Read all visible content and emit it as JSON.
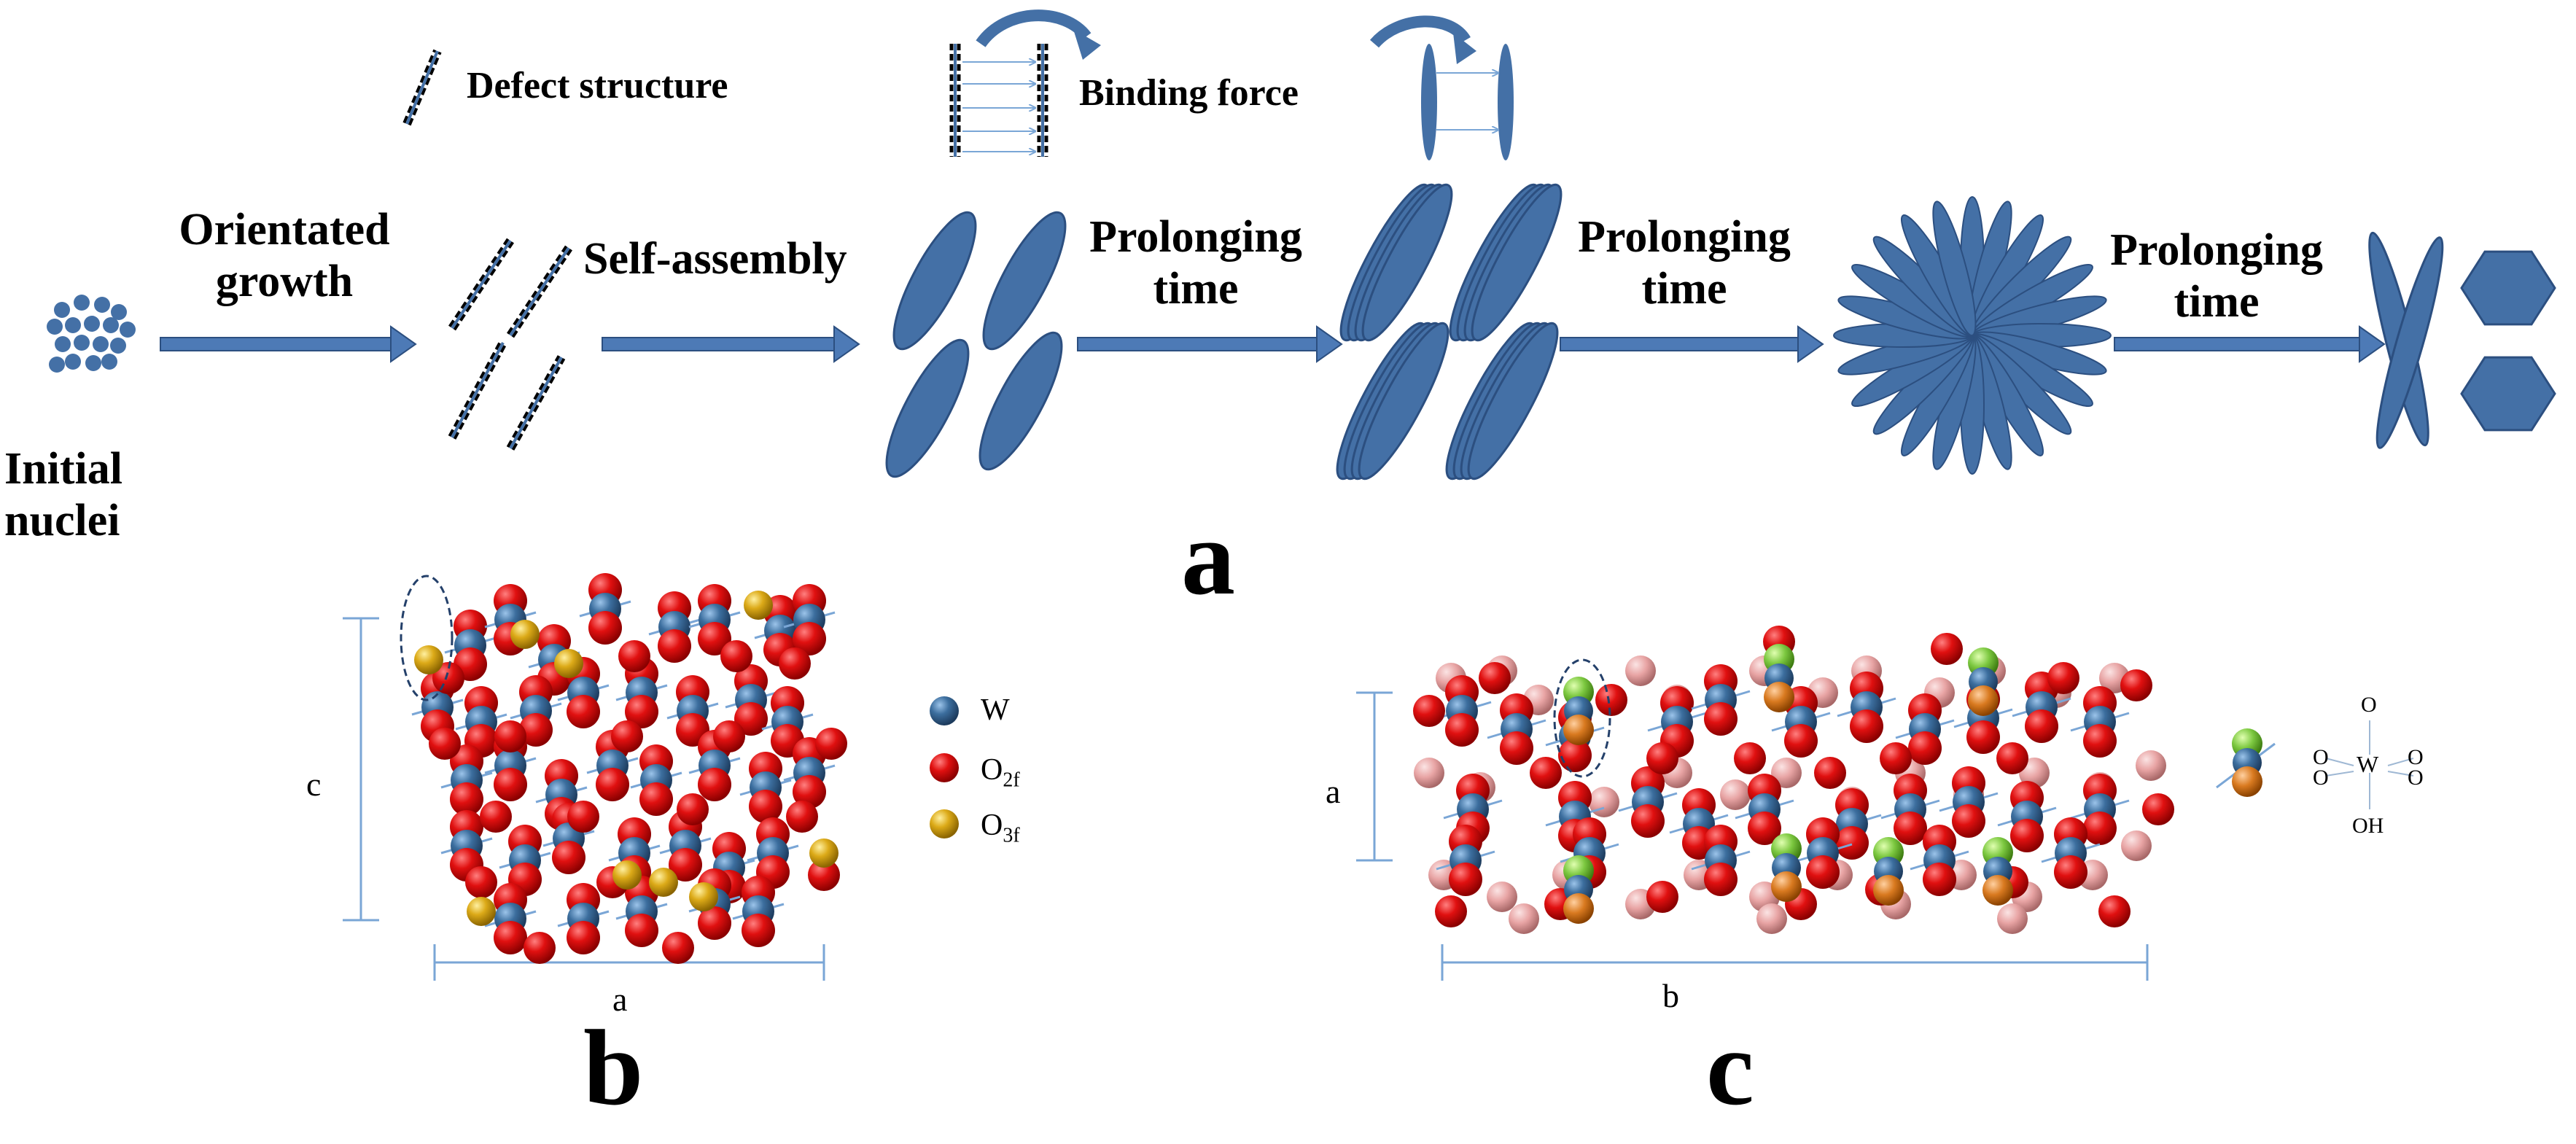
{
  "panel_a": {
    "letter": "a",
    "legend_defect": "Defect structure",
    "legend_binding": "Binding force",
    "initial_nuclei": [
      "Initial",
      "nuclei"
    ],
    "step_orientated": [
      "Orientated",
      "growth"
    ],
    "step_self_assembly": "Self-assembly",
    "step_prolong_1": [
      "Prolonging",
      "time"
    ],
    "step_prolong_2": [
      "Prolonging",
      "time"
    ],
    "step_prolong_3": [
      "Prolonging",
      "time"
    ],
    "colors": {
      "shape": "#4470a6",
      "arrow": "#4d7ab6",
      "dash": "#000000"
    }
  },
  "panel_b": {
    "letter": "b",
    "axis_vertical": "c",
    "axis_horizontal": "a",
    "legend": [
      {
        "symbol": "W",
        "sub": "",
        "color": "#3c6e9e"
      },
      {
        "symbol": "O",
        "sub": "2f",
        "color": "#e00000"
      },
      {
        "symbol": "O",
        "sub": "3f",
        "color": "#d4a010"
      }
    ]
  },
  "panel_c": {
    "letter": "c",
    "axis_vertical": "a",
    "axis_horizontal": "b",
    "octahedron_labels": {
      "top": "O",
      "center": "W",
      "left": "O",
      "right": "O",
      "bottom": "OH"
    },
    "colors": {
      "W": "#3c6e9e",
      "O": "#e00000",
      "O_pink": "#e8a0a0",
      "OH_green": "#7cc840",
      "OH_orange": "#d97a20"
    }
  }
}
